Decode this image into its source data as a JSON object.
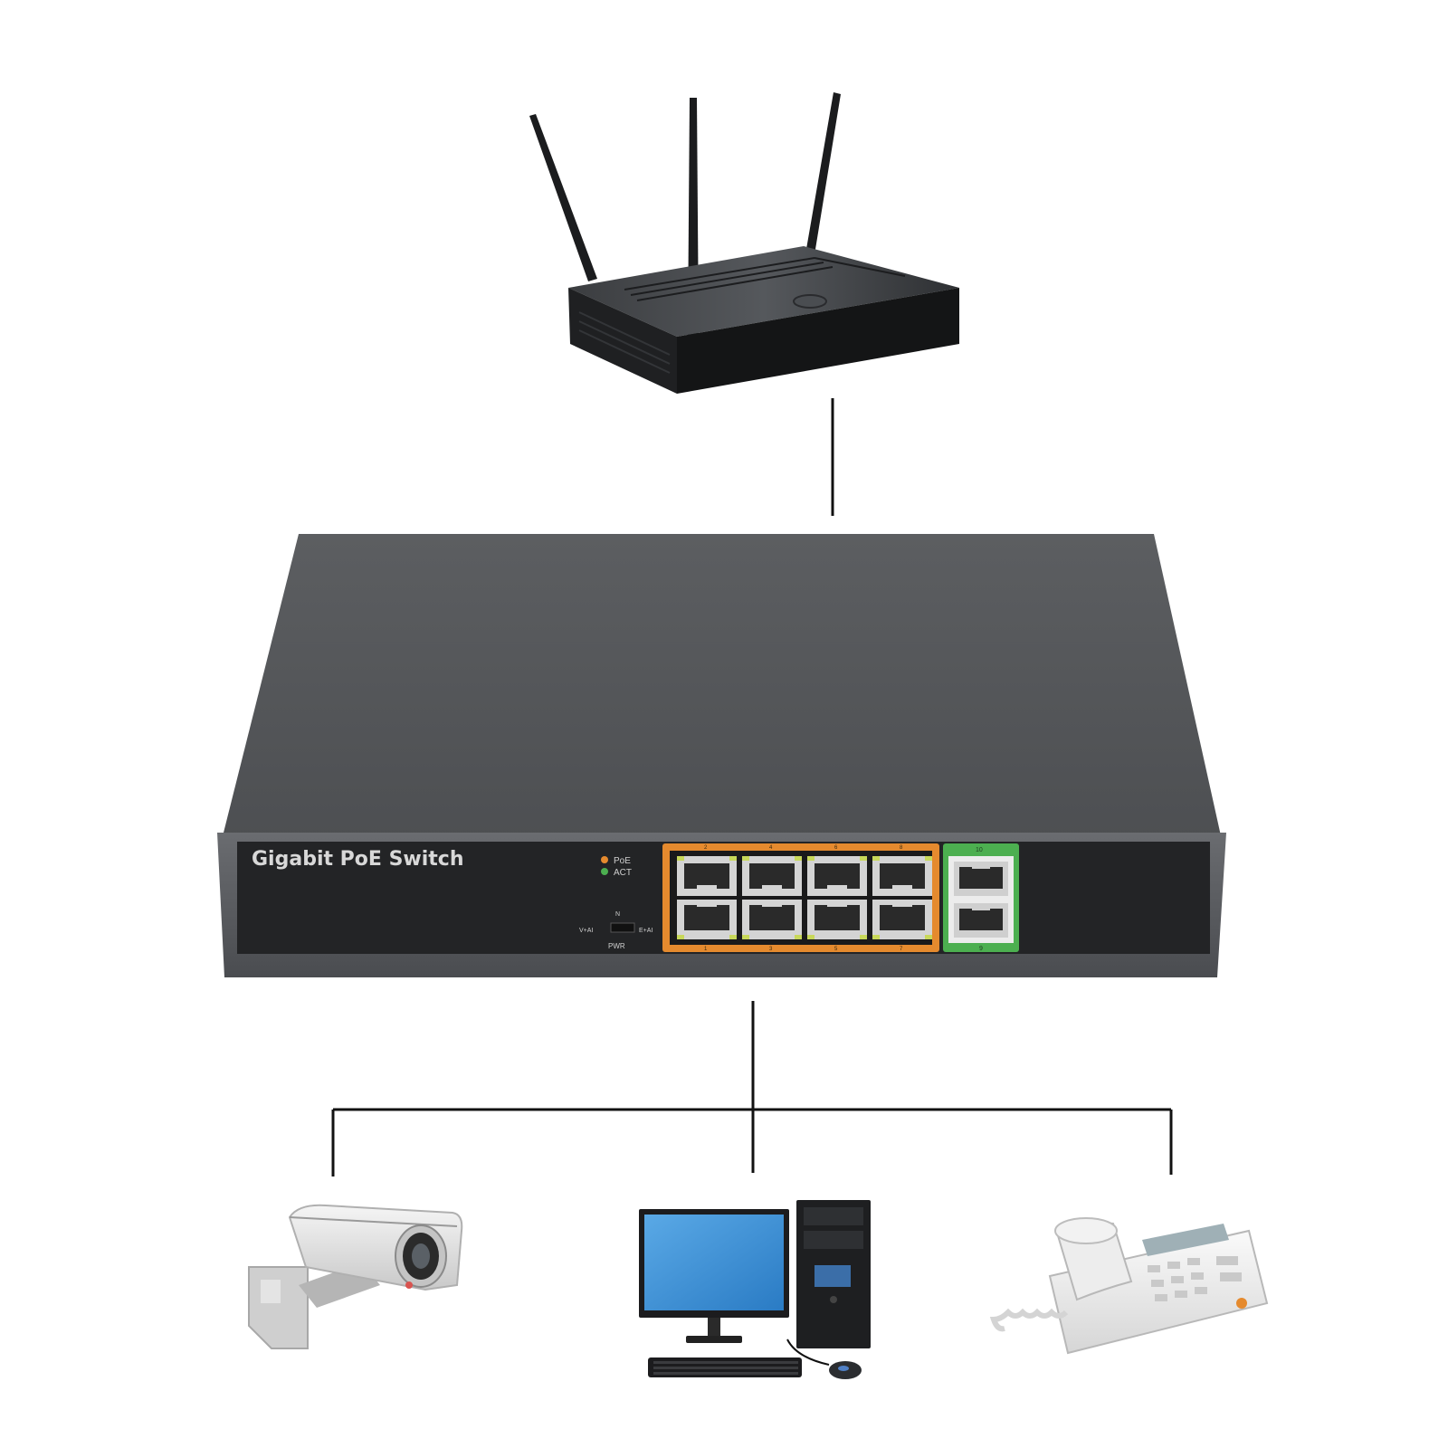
{
  "switch": {
    "title": "Gigabit PoE Switch",
    "led_poe": "PoE",
    "led_act": "ACT",
    "switch_top": "N",
    "switch_left": "V+AI",
    "switch_right": "E+AI",
    "switch_bottom": "PWR",
    "port_top_numbers": [
      "2",
      "4",
      "6",
      "8"
    ],
    "port_bottom_numbers": [
      "1",
      "3",
      "5",
      "7"
    ],
    "uplink_top_number": "10",
    "uplink_bottom_number": "9",
    "colors": {
      "body": "#5a5c5f",
      "front_panel": "#2a2c2f",
      "poe_frame": "#e58a2e",
      "uplink_frame": "#4caf50",
      "led_poe": "#e58a2e",
      "led_act": "#4caf50"
    }
  },
  "devices": {
    "router": "router-icon",
    "camera": "security-camera-icon",
    "computer": "desktop-computer-icon",
    "phone": "desk-phone-icon"
  }
}
